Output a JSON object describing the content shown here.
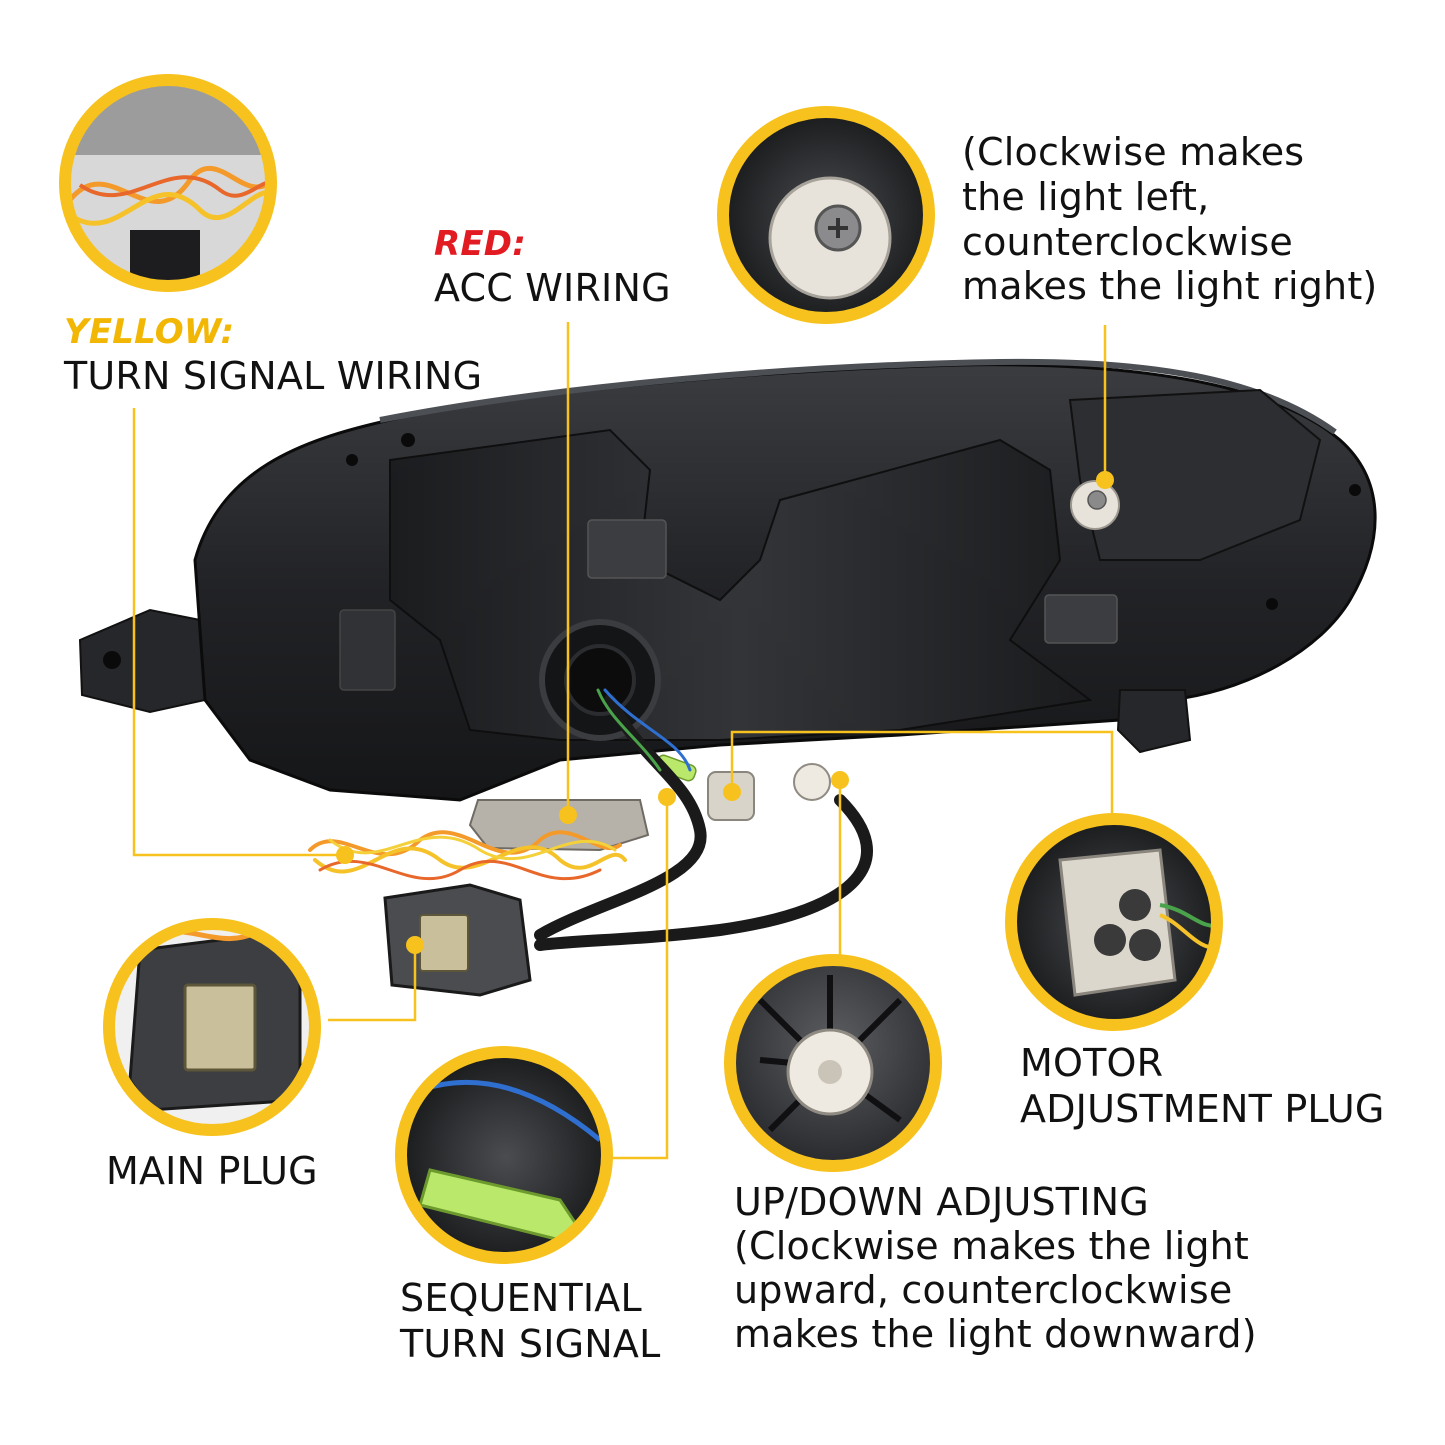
{
  "colors": {
    "accent_yellow": "#F7C21E",
    "accent_red": "#E21B22",
    "yellow_word": "#F2B705",
    "housing_dark": "#1c1d1f",
    "housing_mid": "#2e3033",
    "text": "#111111"
  },
  "labels": {
    "yellow": {
      "color_word": "YELLOW:",
      "text": "TURN SIGNAL WIRING"
    },
    "red": {
      "color_word": "RED:",
      "text": "ACC WIRING"
    },
    "left_right": {
      "lines": [
        "(Clockwise makes",
        "the light left,",
        "counterclockwise",
        "makes the light right)"
      ]
    },
    "main_plug": "MAIN PLUG",
    "sequential": {
      "lines": [
        "SEQUENTIAL",
        "TURN SIGNAL"
      ]
    },
    "motor": {
      "lines": [
        "MOTOR",
        "ADJUSTMENT PLUG"
      ]
    },
    "up_down": {
      "lines": [
        "UP/DOWN ADJUSTING",
        "(Clockwise makes the light",
        "upward, counterclockwise",
        "makes the light downward)"
      ]
    }
  },
  "icons": [
    "turn-signal-wiring-detail-icon",
    "left-right-adjuster-detail-icon",
    "main-plug-detail-icon",
    "sequential-connector-detail-icon",
    "up-down-adjuster-detail-icon",
    "motor-plug-detail-icon"
  ]
}
